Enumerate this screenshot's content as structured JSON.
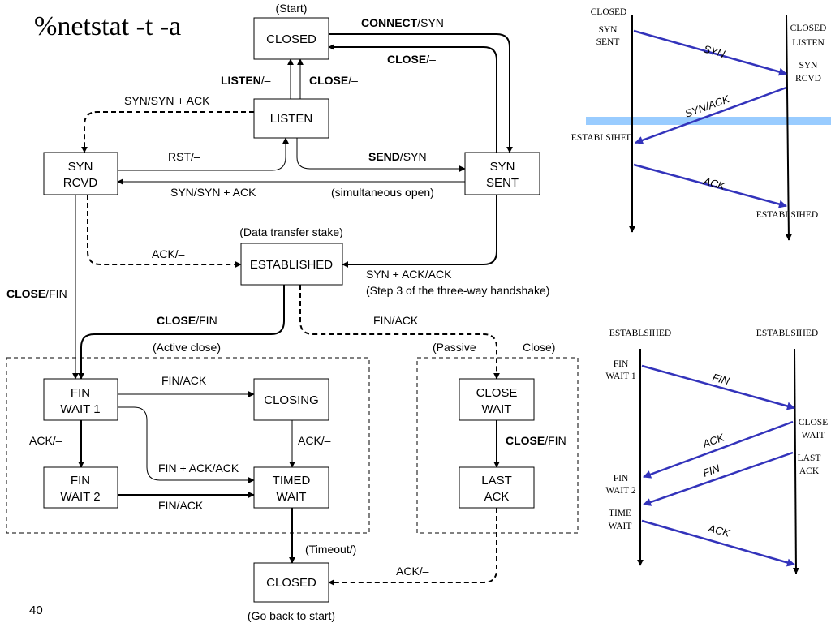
{
  "slide": {
    "title": "%netstat -t -a",
    "page_number": "40"
  },
  "state_diagram": {
    "states": {
      "closed_top": [
        "CLOSED"
      ],
      "listen": [
        "LISTEN"
      ],
      "syn_rcvd": [
        "SYN",
        "RCVD"
      ],
      "syn_sent": [
        "SYN",
        "SENT"
      ],
      "established": [
        "ESTABLISHED"
      ],
      "fin_wait_1": [
        "FIN",
        "WAIT 1"
      ],
      "closing": [
        "CLOSING"
      ],
      "fin_wait_2": [
        "FIN",
        "WAIT 2"
      ],
      "timed_wait": [
        "TIMED",
        "WAIT"
      ],
      "close_wait": [
        "CLOSE",
        "WAIT"
      ],
      "last_ack": [
        "LAST",
        "ACK"
      ],
      "closed_bottom": [
        "CLOSED"
      ]
    },
    "annotations": {
      "start": "(Start)",
      "data_transfer": "(Data transfer stake)",
      "active_close": "(Active close)",
      "passive": "(Passive",
      "close_paren": "Close)",
      "simultaneous_open": "(simultaneous open)",
      "step3": "(Step 3 of the three-way handshake)",
      "timeout": "(Timeout/)",
      "go_back": "(Go back to start)"
    },
    "transitions": {
      "connect": {
        "bold": "CONNECT",
        "rest": "/SYN"
      },
      "close_top": {
        "bold": "CLOSE",
        "rest": "/–"
      },
      "listen": {
        "bold": "LISTEN",
        "rest": "/–"
      },
      "close_listen": {
        "bold": "CLOSE",
        "rest": "/–"
      },
      "syn_synack": "SYN/SYN + ACK",
      "rst": "RST/–",
      "send": {
        "bold": "SEND",
        "rest": "/SYN"
      },
      "syn_synack_sim": "SYN/SYN + ACK",
      "ack_est": "ACK/–",
      "synack_ack": "SYN + ACK/ACK",
      "close_fin_left": {
        "bold": "CLOSE",
        "rest": "/FIN"
      },
      "close_fin_est": {
        "bold": "CLOSE",
        "rest": "/FIN"
      },
      "fin_ack_passive": "FIN/ACK",
      "fin_ack_closing": "FIN/ACK",
      "ack_fw1": "ACK/–",
      "ack_closing": "ACK/–",
      "fin_ack_ack": "FIN + ACK/ACK",
      "fin_ack_fw2": "FIN/ACK",
      "close_fin_cw": {
        "bold": "CLOSE",
        "rest": "/FIN"
      },
      "ack_lastack": "ACK/–"
    }
  },
  "handshake_diagram": {
    "top_left_state": "CLOSED",
    "left_state": [
      "SYN",
      "SENT"
    ],
    "right_state_1": [
      "CLOSED",
      "LISTEN"
    ],
    "right_state_2": [
      "SYN",
      "RCVD"
    ],
    "left_established": "ESTABLSIHED",
    "right_established": "ESTABLSIHED",
    "messages": [
      "SYN",
      "SYN/ACK",
      "ACK"
    ]
  },
  "teardown_diagram": {
    "left_header": "ESTABLSIHED",
    "right_header": "ESTABLSIHED",
    "left_states": {
      "fin_wait_1": [
        "FIN",
        "WAIT 1"
      ],
      "fin_wait_2": [
        "FIN",
        "WAIT 2"
      ],
      "time_wait": [
        "TIME",
        "WAIT"
      ]
    },
    "right_states": {
      "close_wait": [
        "CLOSE",
        "WAIT"
      ],
      "last_ack": [
        "LAST",
        "ACK"
      ]
    },
    "messages": [
      "FIN",
      "ACK",
      "FIN",
      "ACK"
    ]
  },
  "colors": {
    "arrow_blue": "#3333bb",
    "highlight_bar": "#99ccff"
  }
}
